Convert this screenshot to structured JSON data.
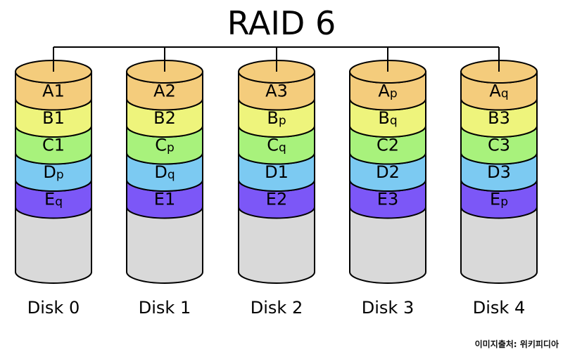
{
  "title": "RAID 6",
  "credit": "이미지출처: 위키피디아",
  "colors": {
    "A": "#f4cc7c",
    "B": "#eef47c",
    "C": "#a8f27c",
    "D": "#7ccaf2",
    "E": "#7c57f7",
    "empty": "#d9d9d9"
  },
  "rows": [
    "A",
    "B",
    "C",
    "D",
    "E"
  ],
  "disks": [
    {
      "label": "Disk 0",
      "blocks": [
        [
          "A",
          "1"
        ],
        [
          "B",
          "1"
        ],
        [
          "C",
          "1"
        ],
        [
          "D",
          "p"
        ],
        [
          "E",
          "q"
        ]
      ]
    },
    {
      "label": "Disk 1",
      "blocks": [
        [
          "A",
          "2"
        ],
        [
          "B",
          "2"
        ],
        [
          "C",
          "p"
        ],
        [
          "D",
          "q"
        ],
        [
          "E",
          "1"
        ]
      ]
    },
    {
      "label": "Disk 2",
      "blocks": [
        [
          "A",
          "3"
        ],
        [
          "B",
          "p"
        ],
        [
          "C",
          "q"
        ],
        [
          "D",
          "1"
        ],
        [
          "E",
          "2"
        ]
      ]
    },
    {
      "label": "Disk 3",
      "blocks": [
        [
          "A",
          "p"
        ],
        [
          "B",
          "q"
        ],
        [
          "C",
          "2"
        ],
        [
          "D",
          "2"
        ],
        [
          "E",
          "3"
        ]
      ]
    },
    {
      "label": "Disk 4",
      "blocks": [
        [
          "A",
          "q"
        ],
        [
          "B",
          "3"
        ],
        [
          "C",
          "3"
        ],
        [
          "D",
          "3"
        ],
        [
          "E",
          "p"
        ]
      ]
    }
  ]
}
